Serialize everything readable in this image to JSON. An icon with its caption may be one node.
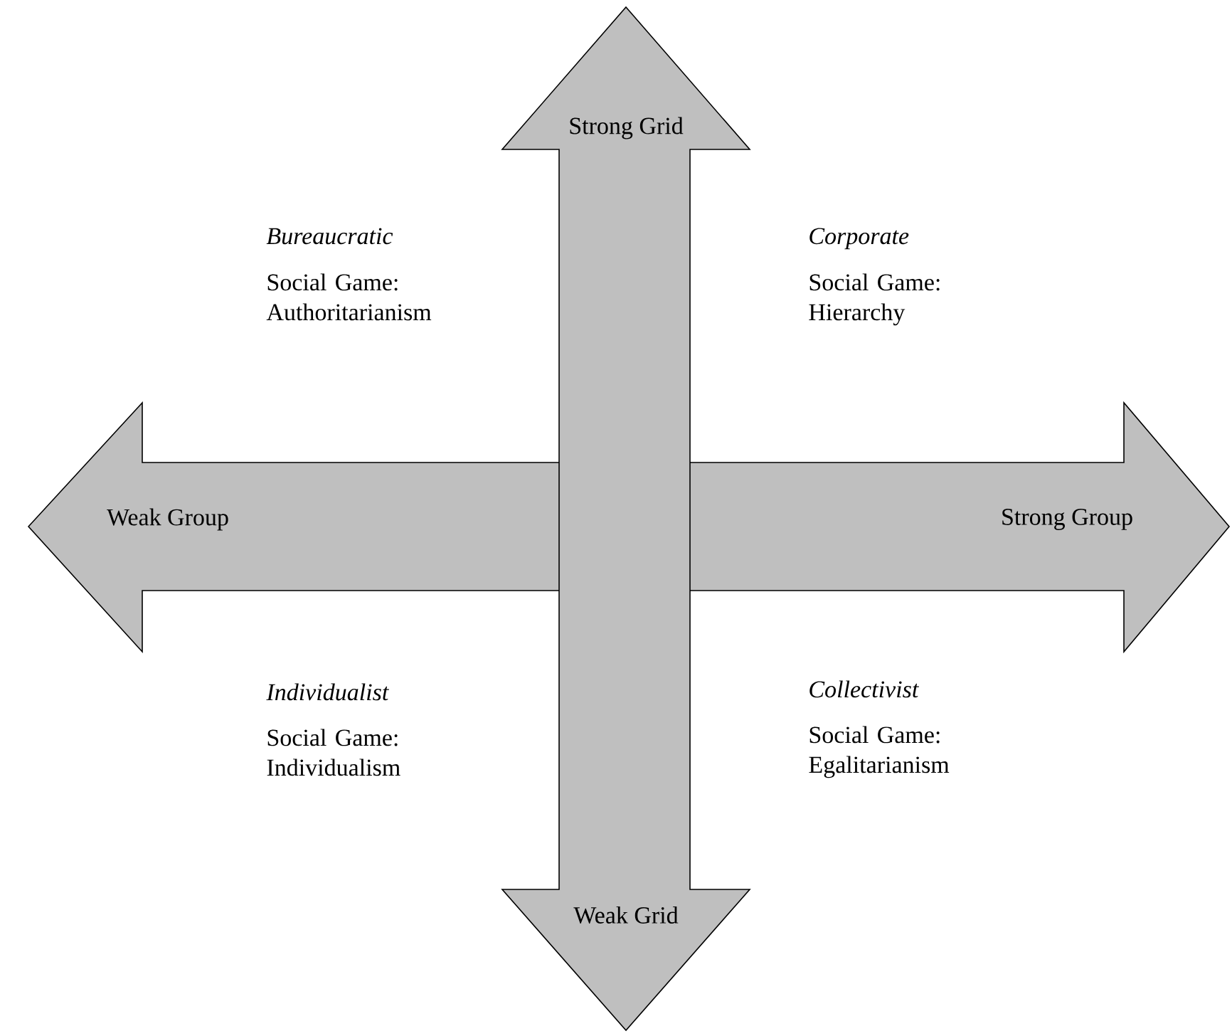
{
  "diagram": {
    "nodes": [
      {
        "text": [
          "Weak Group",
          "Strong Group"
        ]
      },
      {
        "text": [
          "Strong Grid",
          "Weak Grid"
        ]
      }
    ],
    "labels": [
      "Bureaucratic",
      "Social Game: Authoritarianism",
      "Corporate",
      "Social Game: Hierarchy",
      "Individualist",
      "Social Game: Individualism",
      "Collectivist",
      "Social Game: Egalitarianism"
    ]
  }
}
